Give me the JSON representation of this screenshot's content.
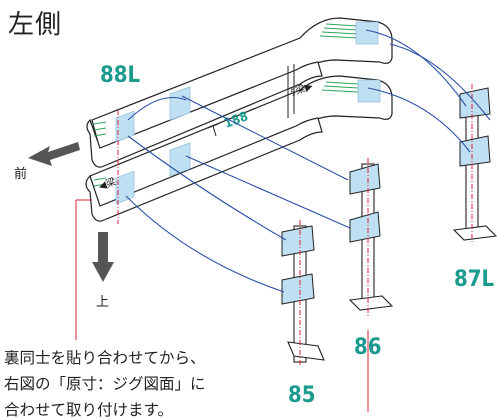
{
  "title": "左側",
  "labels": {
    "l88": "88L",
    "l87": "87L",
    "l86": "86",
    "l85": "85",
    "l188": "188"
  },
  "direction": {
    "front": "前",
    "up": "上"
  },
  "note_lines": [
    "裏同士を貼り合わせてから、",
    "右図の「原寸：ジグ図面」に",
    "合わせて取り付けます。"
  ],
  "colors": {
    "label_teal": "#1a9b8e",
    "patch_blue": "#bfe0f2",
    "link_blue": "#2b4fa8",
    "center_red": "#dd2233",
    "mark_green": "#2aa55a"
  }
}
